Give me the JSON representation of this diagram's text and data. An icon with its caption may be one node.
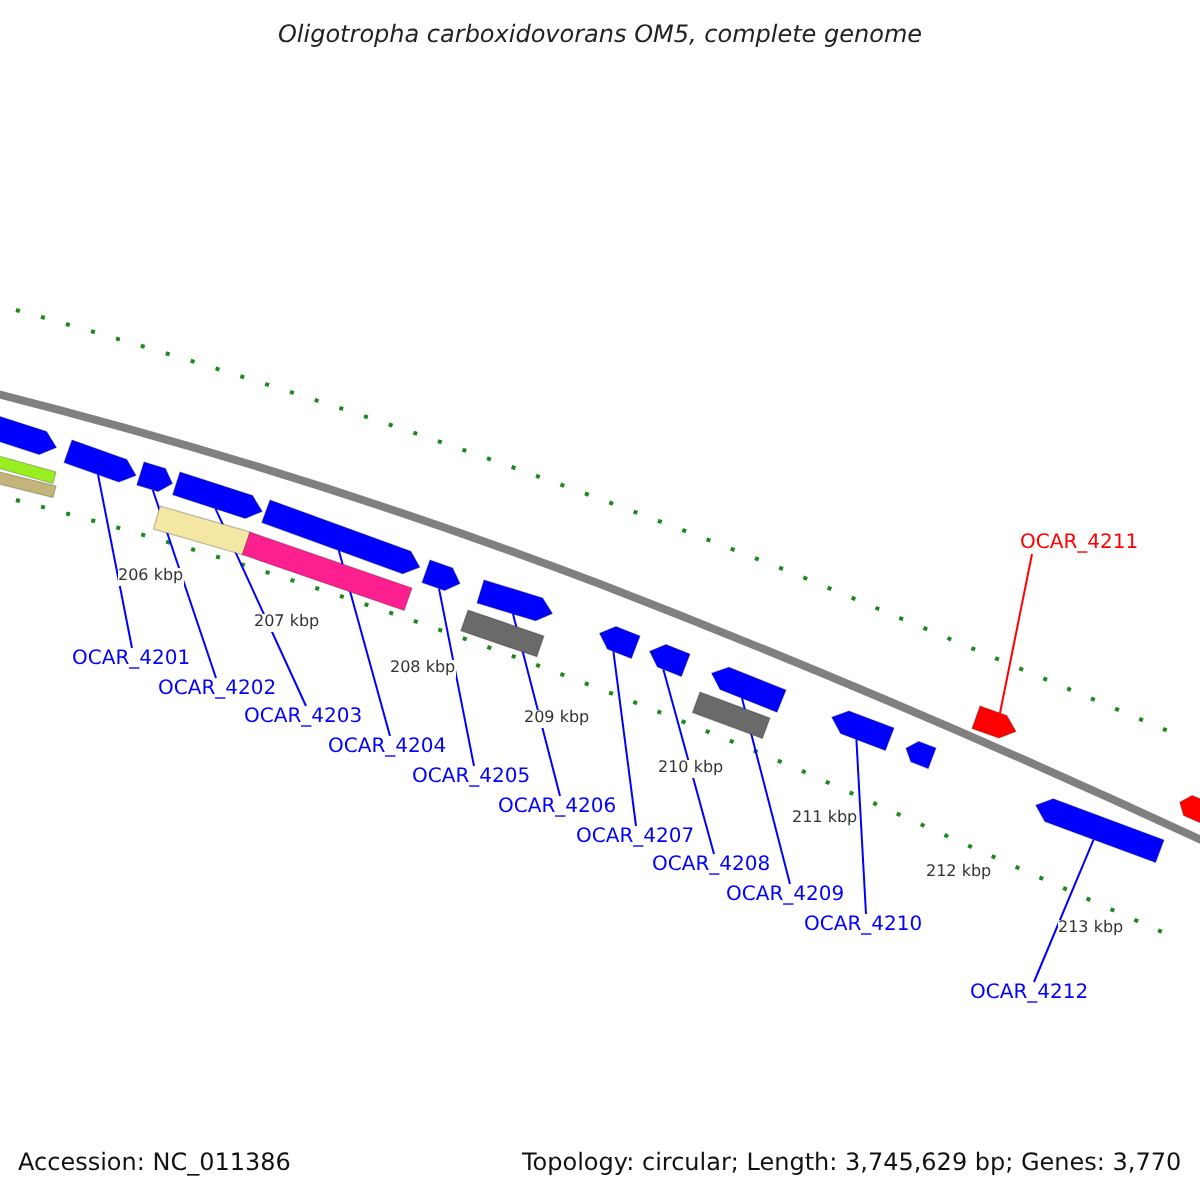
{
  "diagram": {
    "title": "Oligotropha carboxidovorans OM5, complete genome",
    "nodes": [
      {
        "text": [],
        "shape": "bar"
      },
      {
        "text": [],
        "shape": "bar"
      },
      {
        "text": [],
        "shape": "bar"
      },
      {
        "text": [],
        "shape": "bar"
      },
      {
        "text": [],
        "shape": "bar"
      },
      {
        "text": [],
        "shape": "bar"
      },
      {
        "text": [],
        "shape": "bar"
      },
      {
        "text": [],
        "shape": "bar"
      },
      {
        "text": [],
        "shape": "bar"
      },
      {
        "text": [],
        "shape": "bar"
      },
      {
        "text": [],
        "shape": "bar"
      },
      {
        "text": [],
        "shape": "bar"
      },
      {
        "text": [],
        "shape": "bar"
      },
      {
        "text": [],
        "shape": "bar"
      },
      {
        "text": [],
        "shape": "bar"
      },
      {
        "text": [],
        "shape": "bar"
      },
      {
        "text": [],
        "shape": "bar"
      },
      {
        "text": [],
        "shape": "bar"
      },
      {
        "text": [],
        "shape": "bar"
      },
      {
        "text": [],
        "shape": "bar"
      },
      {
        "text": [],
        "shape": "bar"
      },
      {
        "text": [
          "OCAR_4211"
        ]
      },
      {
        "text": [
          "OCAR_4201"
        ]
      },
      {
        "text": [
          "OCAR_4202"
        ]
      },
      {
        "text": [
          "OCAR_4203"
        ]
      },
      {
        "text": [
          "OCAR_4204"
        ]
      },
      {
        "text": [
          "OCAR_4205"
        ]
      },
      {
        "text": [
          "OCAR_4206"
        ]
      },
      {
        "text": [
          "OCAR_4207"
        ]
      },
      {
        "text": [
          "OCAR_4208"
        ]
      },
      {
        "text": [
          "OCAR_4209"
        ]
      },
      {
        "text": [
          "OCAR_4210"
        ]
      },
      {
        "text": [
          "OCAR_4212"
        ]
      }
    ],
    "edges": [
      {
        "from": 21,
        "to": 19,
        "arrow": "none",
        "color": "#ff0000"
      },
      {
        "from": 22,
        "to": 1,
        "arrow": "none"
      },
      {
        "from": 23,
        "to": 2,
        "arrow": "none"
      },
      {
        "from": 24,
        "to": 3,
        "arrow": "none"
      },
      {
        "from": 25,
        "to": 4,
        "arrow": "none"
      },
      {
        "from": 26,
        "to": 5,
        "arrow": "none"
      },
      {
        "from": 27,
        "to": 6,
        "arrow": "none"
      },
      {
        "from": 28,
        "to": 7,
        "arrow": "none"
      },
      {
        "from": 29,
        "to": 8,
        "arrow": "none"
      },
      {
        "from": 30,
        "to": 9,
        "arrow": "none"
      },
      {
        "from": 31,
        "to": 10,
        "arrow": "none"
      },
      {
        "from": 32,
        "to": 12,
        "arrow": "none"
      }
    ],
    "labels": [
      "206 kbp",
      "207 kbp",
      "208 kbp",
      "209 kbp",
      "210 kbp",
      "211 kbp",
      "212 kbp",
      "213 kbp",
      "Accession: NC_011386",
      "Topology: circular; Length: 3,745,629 bp; Genes: 3,770"
    ]
  }
}
